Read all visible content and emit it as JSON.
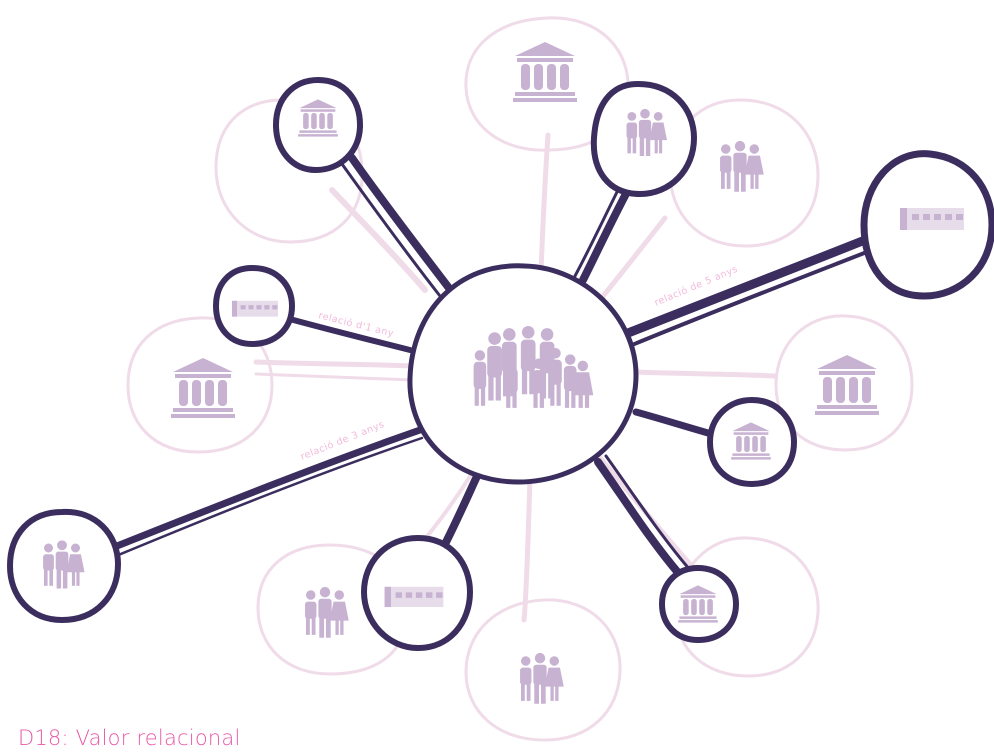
{
  "caption": "D18: Valor relacional",
  "colors": {
    "strong_ring": "#3b2e5f",
    "faint_ring": "#f0dbe9",
    "icon_fill": "#c8b2d2",
    "label_pink": "#f2b9db",
    "caption_pink": "#e85aa8"
  },
  "hub": {
    "icon": "group-of-people-icon"
  },
  "links": [
    {
      "label": "relació d'1 any"
    },
    {
      "label": "relació de 3 anys"
    },
    {
      "label": "relació de 5 anys"
    }
  ],
  "strong_nodes": [
    {
      "icon": "institution-building-icon"
    },
    {
      "icon": "people-group-icon"
    },
    {
      "icon": "school-building-icon"
    },
    {
      "icon": "school-building-icon"
    },
    {
      "icon": "institution-building-icon"
    },
    {
      "icon": "people-group-icon"
    },
    {
      "icon": "school-building-icon"
    },
    {
      "icon": "institution-building-icon"
    }
  ],
  "faint_nodes": [
    {
      "icon": "institution-building-icon"
    },
    {
      "icon": "people-group-icon"
    },
    {
      "icon": "institution-building-icon"
    },
    {
      "icon": "institution-building-icon"
    },
    {
      "icon": "people-group-icon"
    },
    {
      "icon": "people-group-icon"
    }
  ]
}
